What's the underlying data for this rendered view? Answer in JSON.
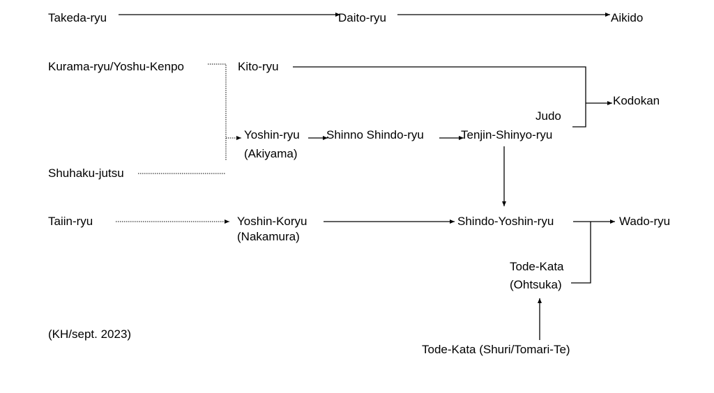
{
  "nodes": {
    "takeda_ryu": "Takeda-ryu",
    "daito_ryu": "Daito-ryu",
    "aikido": "Aikido",
    "kurama_ryu": "Kurama-ryu/Yoshu-Kenpo",
    "kito_ryu": "Kito-ryu",
    "kodokan": "Kodokan",
    "judo": "Judo",
    "yoshin_ryu": "Yoshin-ryu",
    "akiyama": "(Akiyama)",
    "shinno_shindo_ryu": "Shinno Shindo-ryu",
    "tenjin_shinyo_ryu": "Tenjin-Shinyo-ryu",
    "shuhaku_jutsu": "Shuhaku-jutsu",
    "taiin_ryu": "Taiin-ryu",
    "yoshin_koryu": "Yoshin-Koryu",
    "nakamura": "(Nakamura)",
    "shindo_yoshin_ryu": "Shindo-Yoshin-ryu",
    "wado_ryu": "Wado-ryu",
    "tode_kata_otsuka": "Tode-Kata",
    "ohtsuka": "(Ohtsuka)",
    "tode_kata_shuri": "Tode-Kata (Shuri/Tomari-Te)",
    "credit": "(KH/sept. 2023)"
  },
  "colors": {
    "text": "#000000",
    "line": "#000000",
    "background": "#ffffff"
  }
}
